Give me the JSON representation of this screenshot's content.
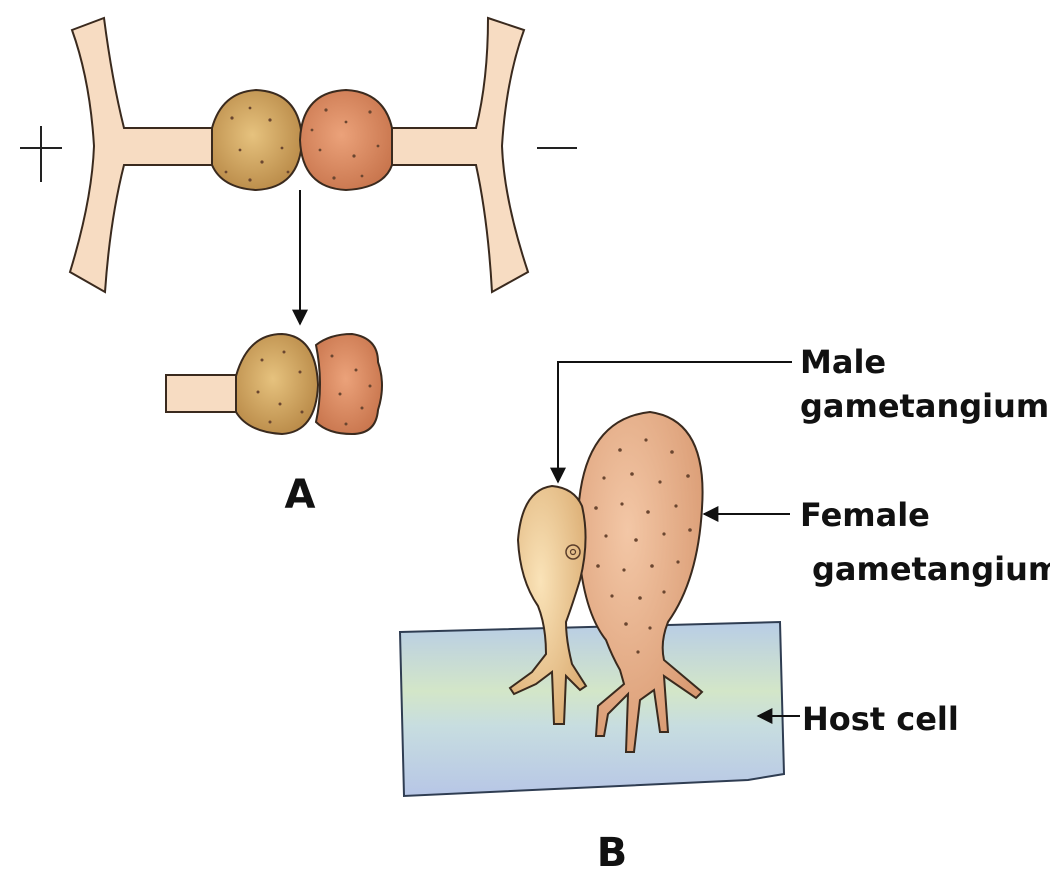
{
  "panels": {
    "a": {
      "letter": "A",
      "plus_sign": "+",
      "minus_sign": "−"
    },
    "b": {
      "letter": "B"
    }
  },
  "labels": {
    "male_line1": "Male",
    "male_line2": "gametangium",
    "female_line1": "Female",
    "female_line2": "gametangium",
    "host": "Host cell"
  },
  "colors": {
    "hypha": "#f7dcc2",
    "plus_gametangium": "#d6a866",
    "minus_gametangium": "#d98d66",
    "male_gametangium": "#f1cf98",
    "female_gametangium": "#e8b08e",
    "host_cell": "#c4d8ea",
    "outline": "#5a3d2a"
  }
}
